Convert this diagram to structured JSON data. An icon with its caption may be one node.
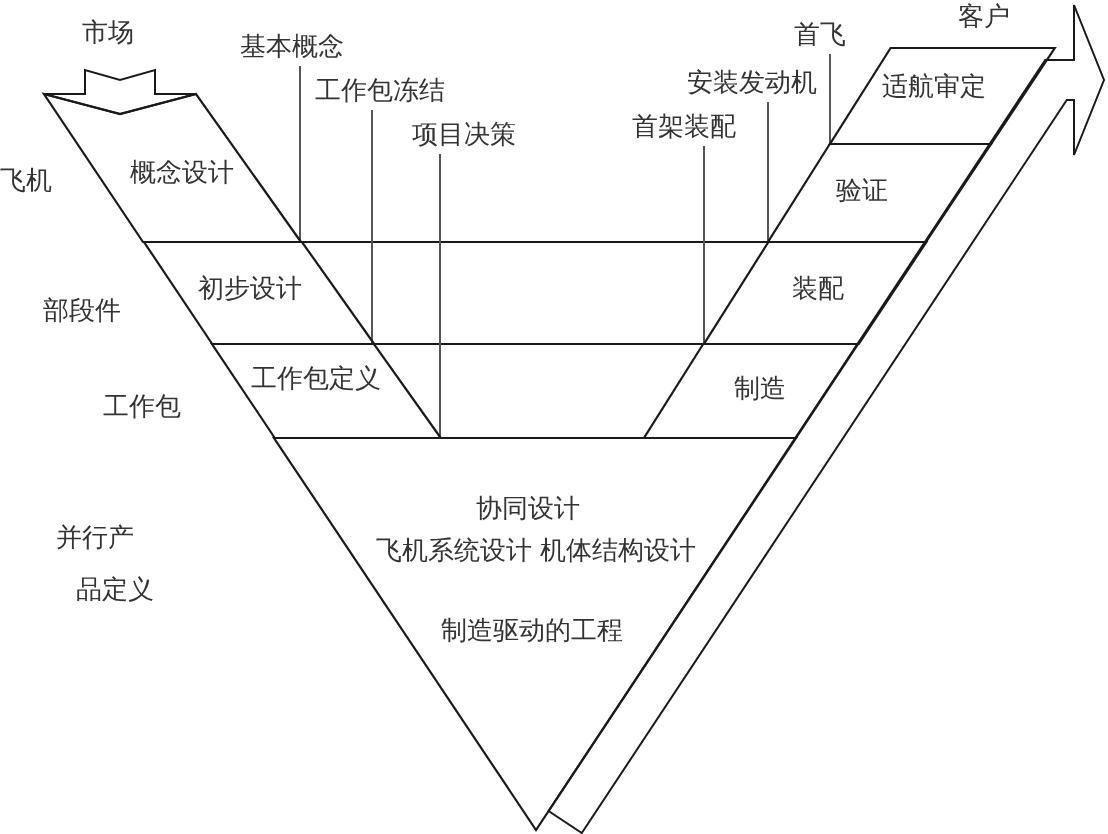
{
  "diagram": {
    "nodes": [
      {
        "text": [
          "市场"
        ]
      },
      {
        "text": [
          "基本概念"
        ]
      },
      {
        "text": [
          "工作包冻结"
        ]
      },
      {
        "text": [
          "项目决策"
        ]
      },
      {
        "text": [
          "首架装配"
        ]
      },
      {
        "text": [
          "安装发动机"
        ]
      },
      {
        "text": [
          "首飞"
        ]
      },
      {
        "text": [
          "客户"
        ]
      },
      {
        "text": [
          "概念设计"
        ]
      },
      {
        "text": [
          "初步设计"
        ]
      },
      {
        "text": [
          "工作包定义"
        ]
      },
      {
        "text": [
          "适航审定"
        ]
      },
      {
        "text": [
          "验证"
        ]
      },
      {
        "text": [
          "装配"
        ]
      },
      {
        "text": [
          "制造"
        ]
      },
      {
        "text": [
          "协同设计",
          "飞机系统设计 机体结构设计",
          "制造驱动的工程"
        ]
      }
    ],
    "edges": [
      {
        "from": 0,
        "to": 8,
        "arrow": "to",
        "style": "thick"
      },
      {
        "from": 1,
        "to": 9,
        "arrow": "none"
      },
      {
        "from": 2,
        "to": 10,
        "arrow": "none"
      },
      {
        "from": 3,
        "to": 10,
        "arrow": "none"
      },
      {
        "from": 4,
        "to": 14,
        "arrow": "none"
      },
      {
        "from": 5,
        "to": 12,
        "arrow": "none"
      },
      {
        "from": 6,
        "to": 11,
        "arrow": "none"
      },
      {
        "from": null,
        "to": 7,
        "arrow": "to",
        "style": "thick"
      }
    ],
    "labels": [
      "飞机",
      "部段件",
      "工作包",
      "并行产品定义"
    ]
  }
}
